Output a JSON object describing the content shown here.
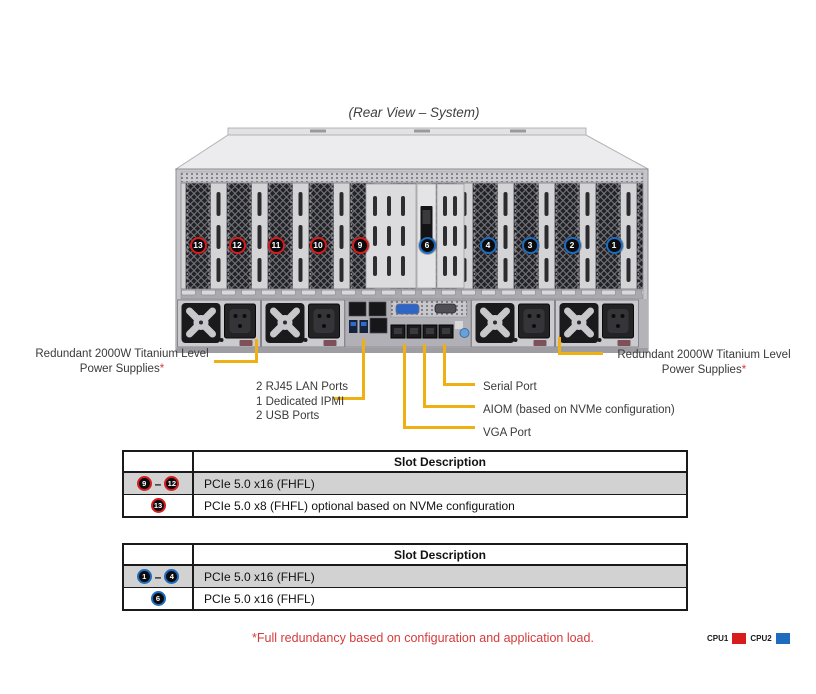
{
  "title": "(Rear View – System)",
  "server": {
    "chassis_badges": [
      {
        "label": "13",
        "cpu": "cpu1"
      },
      {
        "label": "12",
        "cpu": "cpu1"
      },
      {
        "label": "11",
        "cpu": "cpu1"
      },
      {
        "label": "10",
        "cpu": "cpu1"
      },
      {
        "label": "9",
        "cpu": "cpu1"
      },
      {
        "label": "6",
        "cpu": "cpu2"
      },
      {
        "label": "4",
        "cpu": "cpu2"
      },
      {
        "label": "3",
        "cpu": "cpu2"
      },
      {
        "label": "2",
        "cpu": "cpu2"
      },
      {
        "label": "1",
        "cpu": "cpu2"
      }
    ]
  },
  "callouts": {
    "psu_left_line1": "Redundant 2000W Titanium Level",
    "psu_left_line2": "Power Supplies",
    "psu_right_line1": "Redundant 2000W Titanium Level",
    "psu_right_line2": "Power Supplies",
    "psu_star": "*",
    "io_line1": "2 RJ45 LAN Ports",
    "io_line2": "1 Dedicated IPMI",
    "io_line3": "2 USB Ports",
    "serial": "Serial Port",
    "aiom": "AIOM (based on NVMe configuration)",
    "vga": "VGA Port"
  },
  "tables": [
    {
      "header": "Slot Description",
      "rows": [
        {
          "badges": {
            "from": "9",
            "dash": "–",
            "to": "12"
          },
          "description": "PCIe 5.0 x16 (FHFL)"
        },
        {
          "badges": {
            "from": "13"
          },
          "description": "PCIe 5.0 x8 (FHFL) optional based on NVMe configuration"
        }
      ]
    },
    {
      "header": "Slot Description",
      "rows": [
        {
          "badges": {
            "from": "1",
            "dash": "–",
            "to": "4"
          },
          "description": "PCIe 5.0 x16 (FHFL)"
        },
        {
          "badges": {
            "from": "6"
          },
          "description": "PCIe 5.0 x16 (FHFL)"
        }
      ]
    }
  ],
  "footnote": "*Full redundancy based on configuration and application load.",
  "legend": {
    "cpu1_label": "CPU1",
    "cpu2_label": "CPU2"
  },
  "colors": {
    "callout": "#eeb012",
    "cpu1": "#d61c1c",
    "cpu2": "#1d6cbe",
    "footnote": "#d43c3c"
  }
}
